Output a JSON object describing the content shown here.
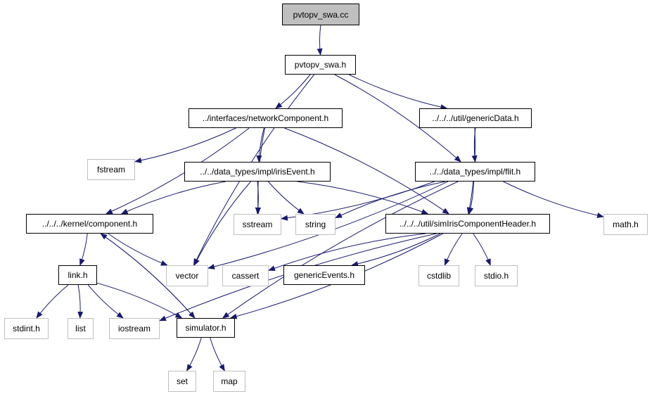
{
  "diagram": {
    "type": "include-dependency-graph",
    "edge_color": "#191970",
    "nodes": [
      {
        "id": "pvtopv_swa_cc",
        "label": "pvtopv_swa.cc",
        "kind": "root"
      },
      {
        "id": "pvtopv_swa_h",
        "label": "pvtopv_swa.h",
        "kind": "header"
      },
      {
        "id": "networkComponent_h",
        "label": "../interfaces/networkComponent.h",
        "kind": "header"
      },
      {
        "id": "genericData_h",
        "label": "../../../util/genericData.h",
        "kind": "header"
      },
      {
        "id": "fstream",
        "label": "fstream",
        "kind": "system"
      },
      {
        "id": "irisEvent_h",
        "label": "../../data_types/impl/irisEvent.h",
        "kind": "header"
      },
      {
        "id": "flit_h",
        "label": "../../data_types/impl/flit.h",
        "kind": "header"
      },
      {
        "id": "component_h",
        "label": "../../../kernel/component.h",
        "kind": "header"
      },
      {
        "id": "sstream",
        "label": "sstream",
        "kind": "system"
      },
      {
        "id": "string",
        "label": "string",
        "kind": "system"
      },
      {
        "id": "simIrisComponentHeader_h",
        "label": "../../../util/simIrisComponentHeader.h",
        "kind": "header"
      },
      {
        "id": "math_h",
        "label": "math.h",
        "kind": "system"
      },
      {
        "id": "link_h",
        "label": "link.h",
        "kind": "header"
      },
      {
        "id": "vector",
        "label": "vector",
        "kind": "system"
      },
      {
        "id": "cassert",
        "label": "cassert",
        "kind": "system"
      },
      {
        "id": "genericEvents_h",
        "label": "genericEvents.h",
        "kind": "header"
      },
      {
        "id": "cstdlib",
        "label": "cstdlib",
        "kind": "system"
      },
      {
        "id": "stdio_h",
        "label": "stdio.h",
        "kind": "system"
      },
      {
        "id": "stdint_h",
        "label": "stdint.h",
        "kind": "system"
      },
      {
        "id": "list",
        "label": "list",
        "kind": "system"
      },
      {
        "id": "iostream",
        "label": "iostream",
        "kind": "system"
      },
      {
        "id": "simulator_h",
        "label": "simulator.h",
        "kind": "header"
      },
      {
        "id": "set",
        "label": "set",
        "kind": "system"
      },
      {
        "id": "map",
        "label": "map",
        "kind": "system"
      }
    ],
    "edges": [
      [
        "pvtopv_swa_cc",
        "pvtopv_swa_h"
      ],
      [
        "pvtopv_swa_h",
        "networkComponent_h"
      ],
      [
        "pvtopv_swa_h",
        "genericData_h"
      ],
      [
        "pvtopv_swa_h",
        "flit_h"
      ],
      [
        "pvtopv_swa_h",
        "vector"
      ],
      [
        "networkComponent_h",
        "fstream"
      ],
      [
        "networkComponent_h",
        "irisEvent_h"
      ],
      [
        "networkComponent_h",
        "component_h"
      ],
      [
        "networkComponent_h",
        "sstream"
      ],
      [
        "networkComponent_h",
        "simIrisComponentHeader_h"
      ],
      [
        "genericData_h",
        "flit_h"
      ],
      [
        "genericData_h",
        "simIrisComponentHeader_h"
      ],
      [
        "irisEvent_h",
        "component_h"
      ],
      [
        "irisEvent_h",
        "sstream"
      ],
      [
        "irisEvent_h",
        "string"
      ],
      [
        "irisEvent_h",
        "simIrisComponentHeader_h"
      ],
      [
        "irisEvent_h",
        "vector"
      ],
      [
        "flit_h",
        "sstream"
      ],
      [
        "flit_h",
        "string"
      ],
      [
        "flit_h",
        "simIrisComponentHeader_h"
      ],
      [
        "flit_h",
        "math_h"
      ],
      [
        "flit_h",
        "vector"
      ],
      [
        "flit_h",
        "simulator_h"
      ],
      [
        "component_h",
        "link_h"
      ],
      [
        "component_h",
        "vector"
      ],
      [
        "component_h",
        "simulator_h"
      ],
      [
        "simIrisComponentHeader_h",
        "cassert"
      ],
      [
        "simIrisComponentHeader_h",
        "genericEvents_h"
      ],
      [
        "simIrisComponentHeader_h",
        "cstdlib"
      ],
      [
        "simIrisComponentHeader_h",
        "stdio_h"
      ],
      [
        "simIrisComponentHeader_h",
        "iostream"
      ],
      [
        "simIrisComponentHeader_h",
        "simulator_h"
      ],
      [
        "link_h",
        "stdint_h"
      ],
      [
        "link_h",
        "list"
      ],
      [
        "link_h",
        "iostream"
      ],
      [
        "link_h",
        "simulator_h"
      ],
      [
        "simulator_h",
        "component_h"
      ],
      [
        "simulator_h",
        "set"
      ],
      [
        "simulator_h",
        "map"
      ]
    ]
  }
}
